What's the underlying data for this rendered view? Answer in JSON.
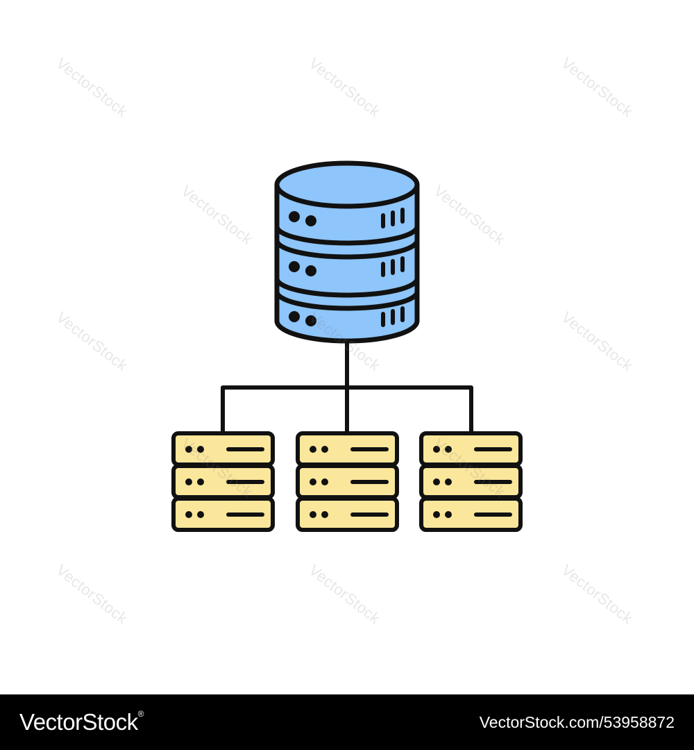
{
  "watermark": {
    "text": "VectorStock",
    "color": "#787878"
  },
  "icon": {
    "name": "database-hierarchy-icon",
    "colors": {
      "database_fill": "#8EC5FA",
      "server_fill": "#FAE79C",
      "stroke": "#111111"
    }
  },
  "footer": {
    "brand": "VectorStock",
    "brand_suffix": "®",
    "image_id": "VectorStock.com/53958872"
  }
}
